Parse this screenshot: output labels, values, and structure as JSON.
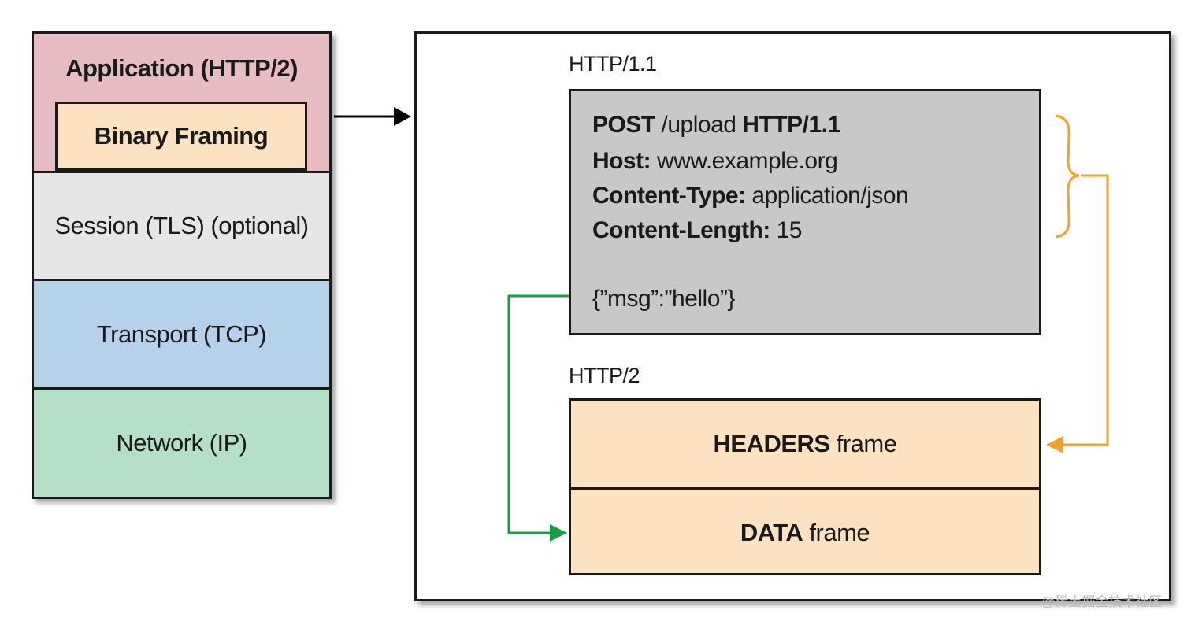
{
  "stack": {
    "application": "Application (HTTP/2)",
    "binary_framing": "Binary Framing",
    "session": "Session (TLS) (optional)",
    "transport": "Transport (TCP)",
    "network": "Network (IP)"
  },
  "http11": {
    "caption": "HTTP/1.1",
    "line1": {
      "method": "POST",
      "path": " /upload ",
      "version": "HTTP/1.1"
    },
    "line2": {
      "key": "Host:",
      "value": " www.example.org"
    },
    "line3": {
      "key": "Content-Type:",
      "value": " application/json"
    },
    "line4": {
      "key": "Content-Length:",
      "value": " 15"
    },
    "body": "{”msg”:”hello”}"
  },
  "http2": {
    "caption": "HTTP/2",
    "headers_bold": "HEADERS",
    "headers_rest": " frame",
    "data_bold": "DATA",
    "data_rest": " frame"
  },
  "colors": {
    "application": "#e7bdc3",
    "binary_framing": "#fde2c2",
    "session": "#e6e6e6",
    "transport": "#b5d2ea",
    "network": "#b5e0c8",
    "http11_box": "#c8c8c8",
    "http2_box": "#fde2c2",
    "headers_arrow": "#f0a22c",
    "data_arrow": "#15a045"
  },
  "watermark": "@稀土掘金技术社区"
}
